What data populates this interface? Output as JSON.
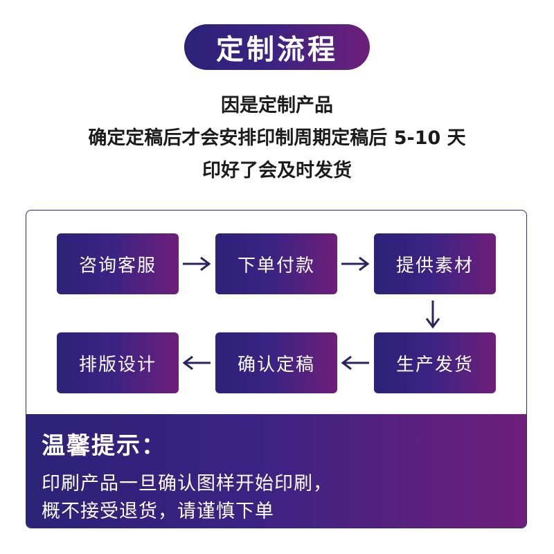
{
  "title": "定制流程",
  "subtitle": {
    "line1": "因是定制产品",
    "line2": "确定定稿后才会安排印制周期定稿后 5-10 天",
    "line3": "印好了会及时发货"
  },
  "steps": [
    {
      "label": "咨询客服"
    },
    {
      "label": "下单付款"
    },
    {
      "label": "提供素材"
    },
    {
      "label": "生产发货"
    },
    {
      "label": "确认定稿"
    },
    {
      "label": "排版设计"
    }
  ],
  "notice": {
    "heading": "温馨提示：",
    "line1": "印刷产品一旦确认图样开始印刷，",
    "line2": "概不接受退货，请谨慎下单"
  },
  "colors": {
    "gradient_start": "#2c2277",
    "gradient_end": "#6e1f7a",
    "border": "#2f2a7a",
    "arrow": "#2a2360"
  },
  "icons": [
    "arrow-right-icon",
    "arrow-down-icon",
    "arrow-left-icon"
  ]
}
